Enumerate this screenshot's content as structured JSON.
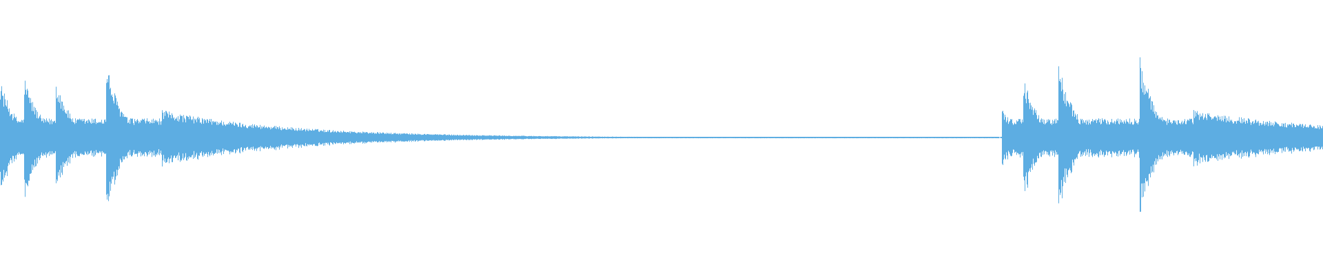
{
  "waveform": {
    "color": "#5dade2",
    "background": "#ffffff",
    "segments": [
      {
        "id": "clip-left",
        "start": 0.0,
        "end": 0.755,
        "onsets": [
          {
            "t": 0.0,
            "amp": 0.42
          },
          {
            "t": 0.018,
            "amp": 0.46
          },
          {
            "t": 0.042,
            "amp": 0.44
          },
          {
            "t": 0.08,
            "amp": 0.56
          },
          {
            "t": 0.122,
            "amp": 0.66
          }
        ],
        "floor": 0.14,
        "tail_decay": 0.1
      },
      {
        "id": "clip-right",
        "start": 0.757,
        "end": 1.0,
        "onsets": [
          {
            "t": 0.757,
            "amp": 0.22
          },
          {
            "t": 0.773,
            "amp": 0.46
          },
          {
            "t": 0.8,
            "amp": 0.55
          },
          {
            "t": 0.861,
            "amp": 0.62
          },
          {
            "t": 0.902,
            "amp": 0.66
          }
        ],
        "floor": 0.14,
        "tail_decay": 0.12
      }
    ],
    "silence_dash": {
      "start": 0.62,
      "end": 0.757
    }
  }
}
